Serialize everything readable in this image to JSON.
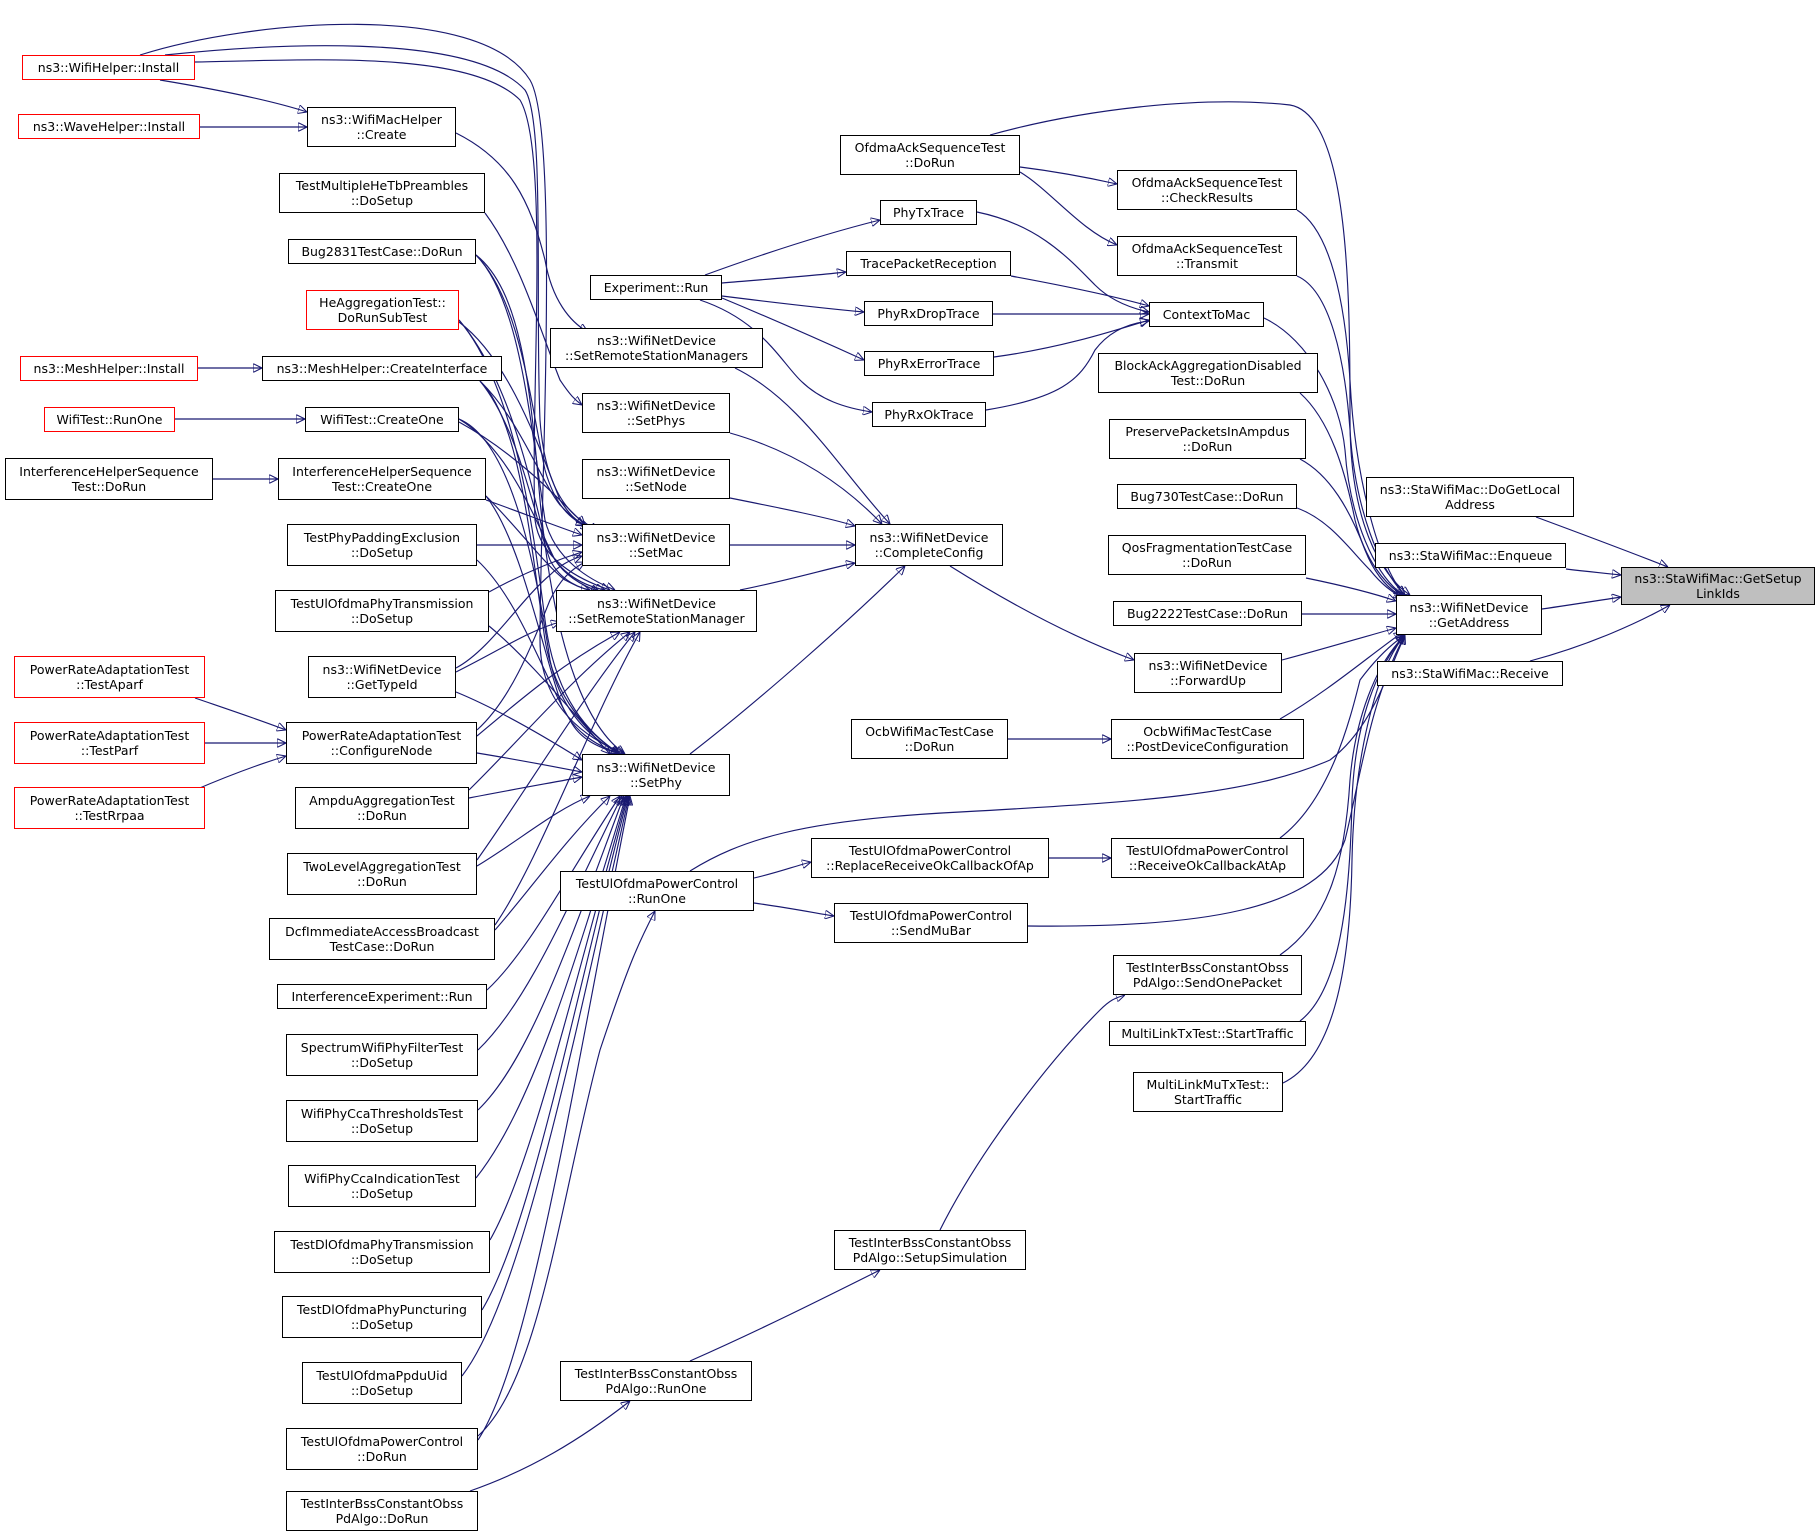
{
  "colors": {
    "edge": "#191970",
    "box_border": "#000000",
    "external_border": "#ff0000",
    "focus_fill": "#bfbfbf",
    "background": "#ffffff"
  },
  "nodes": [
    {
      "id": "getsetup",
      "label": "ns3::StaWifiMac::GetSetup\nLinkIds",
      "style": "focus"
    },
    {
      "id": "dogetlocal",
      "label": "ns3::StaWifiMac::DoGetLocal\nAddress"
    },
    {
      "id": "enqueue",
      "label": "ns3::StaWifiMac::Enqueue"
    },
    {
      "id": "receive",
      "label": "ns3::StaWifiMac::Receive"
    },
    {
      "id": "getaddress",
      "label": "ns3::WifiNetDevice\n::GetAddress"
    },
    {
      "id": "ofdmadorun",
      "label": "OfdmaAckSequenceTest\n::DoRun"
    },
    {
      "id": "ofdmacheck",
      "label": "OfdmaAckSequenceTest\n::CheckResults"
    },
    {
      "id": "ofdmatransmit",
      "label": "OfdmaAckSequenceTest\n::Transmit"
    },
    {
      "id": "contexttomac",
      "label": "ContextToMac"
    },
    {
      "id": "phytx",
      "label": "PhyTxTrace"
    },
    {
      "id": "tracepacket",
      "label": "TracePacketReception"
    },
    {
      "id": "phyrxdrop",
      "label": "PhyRxDropTrace"
    },
    {
      "id": "phyrxerror",
      "label": "PhyRxErrorTrace"
    },
    {
      "id": "phyrxok",
      "label": "PhyRxOkTrace"
    },
    {
      "id": "exprun",
      "label": "Experiment::Run"
    },
    {
      "id": "blockack",
      "label": "BlockAckAggregationDisabled\nTest::DoRun"
    },
    {
      "id": "preserve",
      "label": "PreservePacketsInAmpdus\n::DoRun"
    },
    {
      "id": "bug730",
      "label": "Bug730TestCase::DoRun"
    },
    {
      "id": "qosfrag",
      "label": "QosFragmentationTestCase\n::DoRun"
    },
    {
      "id": "bug2222",
      "label": "Bug2222TestCase::DoRun"
    },
    {
      "id": "forwardup",
      "label": "ns3::WifiNetDevice\n::ForwardUp"
    },
    {
      "id": "ocbpost",
      "label": "OcbWifiMacTestCase\n::PostDeviceConfiguration"
    },
    {
      "id": "ocbdorun",
      "label": "OcbWifiMacTestCase\n::DoRun"
    },
    {
      "id": "completeconfig",
      "label": "ns3::WifiNetDevice\n::CompleteConfig"
    },
    {
      "id": "setremotemanagers",
      "label": "ns3::WifiNetDevice\n::SetRemoteStationManagers"
    },
    {
      "id": "setphys",
      "label": "ns3::WifiNetDevice\n::SetPhys"
    },
    {
      "id": "setnode",
      "label": "ns3::WifiNetDevice\n::SetNode"
    },
    {
      "id": "setmac",
      "label": "ns3::WifiNetDevice\n::SetMac"
    },
    {
      "id": "setremotemanager",
      "label": "ns3::WifiNetDevice\n::SetRemoteStationManager"
    },
    {
      "id": "setphy",
      "label": "ns3::WifiNetDevice\n::SetPhy"
    },
    {
      "id": "ulpowerrunone",
      "label": "TestUlOfdmaPowerControl\n::RunOne"
    },
    {
      "id": "ulpowerreplace",
      "label": "TestUlOfdmaPowerControl\n::ReplaceReceiveOkCallbackOfAp"
    },
    {
      "id": "ulpowerreceive",
      "label": "TestUlOfdmaPowerControl\n::ReceiveOkCallbackAtAp"
    },
    {
      "id": "ulpowersendmubar",
      "label": "TestUlOfdmaPowerControl\n::SendMuBar"
    },
    {
      "id": "interbsssend",
      "label": "TestInterBssConstantObss\nPdAlgo::SendOnePacket"
    },
    {
      "id": "multilinktx",
      "label": "MultiLinkTxTest::StartTraffic"
    },
    {
      "id": "multilinkmu",
      "label": "MultiLinkMuTxTest::\nStartTraffic"
    },
    {
      "id": "interbsssetup",
      "label": "TestInterBssConstantObss\nPdAlgo::SetupSimulation"
    },
    {
      "id": "interbssrunone",
      "label": "TestInterBssConstantObss\nPdAlgo::RunOne"
    },
    {
      "id": "interbssdorun",
      "label": "TestInterBssConstantObss\nPdAlgo::DoRun"
    },
    {
      "id": "wifihelperinstall",
      "label": "ns3::WifiHelper::Install",
      "style": "external"
    },
    {
      "id": "wavehelperinstall",
      "label": "ns3::WaveHelper::Install",
      "style": "external"
    },
    {
      "id": "wifimachelper",
      "label": "ns3::WifiMacHelper\n::Create"
    },
    {
      "id": "multiplehetb",
      "label": "TestMultipleHeTbPreambles\n::DoSetup"
    },
    {
      "id": "bug2831",
      "label": "Bug2831TestCase::DoRun"
    },
    {
      "id": "heaggregation",
      "label": "HeAggregationTest::\nDoRunSubTest",
      "style": "external"
    },
    {
      "id": "meshhelperinstall",
      "label": "ns3::MeshHelper::Install",
      "style": "external"
    },
    {
      "id": "meshcreateinterface",
      "label": "ns3::MeshHelper::CreateInterface"
    },
    {
      "id": "wifitestrunone",
      "label": "WifiTest::RunOne",
      "style": "external"
    },
    {
      "id": "wifitestcreateone",
      "label": "WifiTest::CreateOne"
    },
    {
      "id": "ihseqdorun",
      "label": "InterferenceHelperSequence\nTest::DoRun"
    },
    {
      "id": "ihseqcreateone",
      "label": "InterferenceHelperSequence\nTest::CreateOne"
    },
    {
      "id": "phypadding",
      "label": "TestPhyPaddingExclusion\n::DoSetup"
    },
    {
      "id": "ulofdmaphytx",
      "label": "TestUlOfdmaPhyTransmission\n::DoSetup"
    },
    {
      "id": "gettypeid",
      "label": "ns3::WifiNetDevice\n::GetTypeId"
    },
    {
      "id": "testaparf",
      "label": "PowerRateAdaptationTest\n::TestAparf",
      "style": "external"
    },
    {
      "id": "testparf",
      "label": "PowerRateAdaptationTest\n::TestParf",
      "style": "external"
    },
    {
      "id": "testrrpaa",
      "label": "PowerRateAdaptationTest\n::TestRrpaa",
      "style": "external"
    },
    {
      "id": "configurenode",
      "label": "PowerRateAdaptationTest\n::ConfigureNode"
    },
    {
      "id": "ampduagg",
      "label": "AmpduAggregationTest\n::DoRun"
    },
    {
      "id": "twolevelagg",
      "label": "TwoLevelAggregationTest\n::DoRun"
    },
    {
      "id": "dcfimmediate",
      "label": "DcfImmediateAccessBroadcast\nTestCase::DoRun"
    },
    {
      "id": "interferenceexp",
      "label": "InterferenceExperiment::Run"
    },
    {
      "id": "spectrumfilter",
      "label": "SpectrumWifiPhyFilterTest\n::DoSetup"
    },
    {
      "id": "ccathresholds",
      "label": "WifiPhyCcaThresholdsTest\n::DoSetup"
    },
    {
      "id": "ccaindication",
      "label": "WifiPhyCcaIndicationTest\n::DoSetup"
    },
    {
      "id": "dlofdmaphytx",
      "label": "TestDlOfdmaPhyTransmission\n::DoSetup"
    },
    {
      "id": "dlofdmapunct",
      "label": "TestDlOfdmaPhyPuncturing\n::DoSetup"
    },
    {
      "id": "ulofdmappdu",
      "label": "TestUlOfdmaPpduUid\n::DoSetup"
    },
    {
      "id": "ulpowerdorun",
      "label": "TestUlOfdmaPowerControl\n::DoRun"
    }
  ]
}
